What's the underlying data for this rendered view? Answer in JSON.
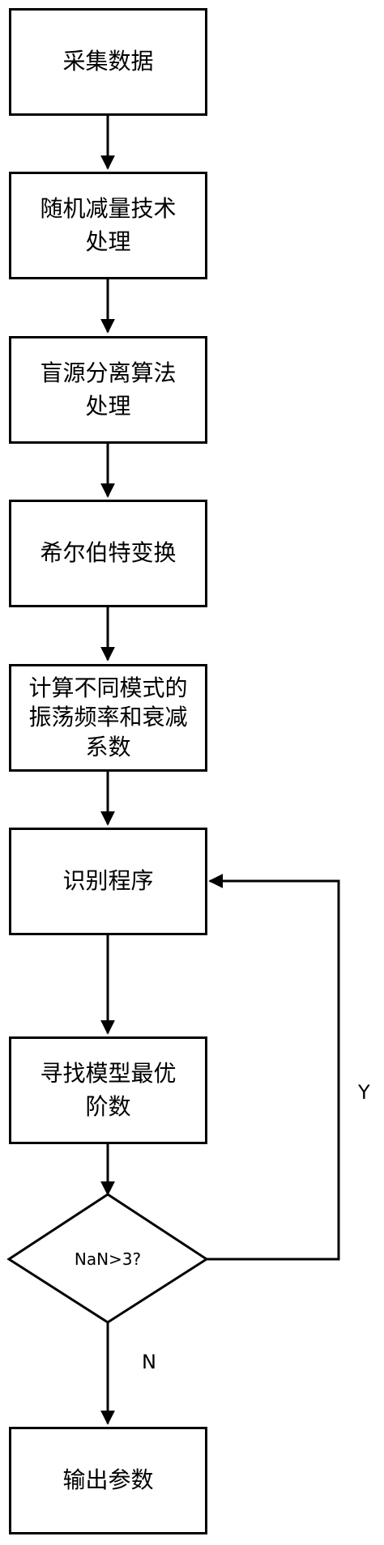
{
  "flowchart": {
    "steps": [
      {
        "id": "collect",
        "lines": [
          "采集数据"
        ]
      },
      {
        "id": "random-reduction",
        "lines": [
          "随机减量技术",
          "处理"
        ]
      },
      {
        "id": "blind-source",
        "lines": [
          "盲源分离算法",
          "处理"
        ]
      },
      {
        "id": "hilbert",
        "lines": [
          "希尔伯特变换"
        ]
      },
      {
        "id": "compute-modes",
        "lines": [
          "计算不同模式的",
          "振荡频率和衰减",
          "系数"
        ]
      },
      {
        "id": "identify",
        "lines": [
          "识别程序"
        ]
      },
      {
        "id": "find-order",
        "lines": [
          "寻找模型最优",
          "阶数"
        ]
      },
      {
        "id": "output",
        "lines": [
          "输出参数"
        ]
      }
    ],
    "decision": {
      "text": "NaN>3?"
    },
    "yes_label": "Y",
    "no_label": "N"
  }
}
